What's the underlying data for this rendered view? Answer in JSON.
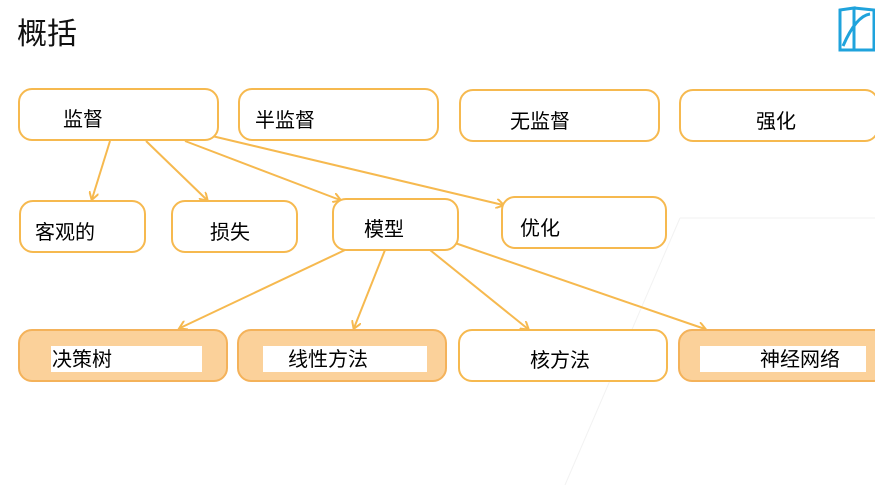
{
  "title": "概括",
  "logo_icon": "open-book-logo",
  "colors": {
    "border": "#f6b94f",
    "arrow": "#f6b94f",
    "fill": "#fbd19a"
  },
  "nodes": {
    "supervised": "监督",
    "semi_supervised": "半监督",
    "unsupervised": "无监督",
    "reinforcement": "强化",
    "objective": "客观的",
    "loss": "损失",
    "model": "模型",
    "optimization": "优化",
    "decision_tree": "决策树",
    "linear_methods": "线性方法",
    "kernel_methods": "核方法",
    "neural_networks": "神经网络"
  }
}
